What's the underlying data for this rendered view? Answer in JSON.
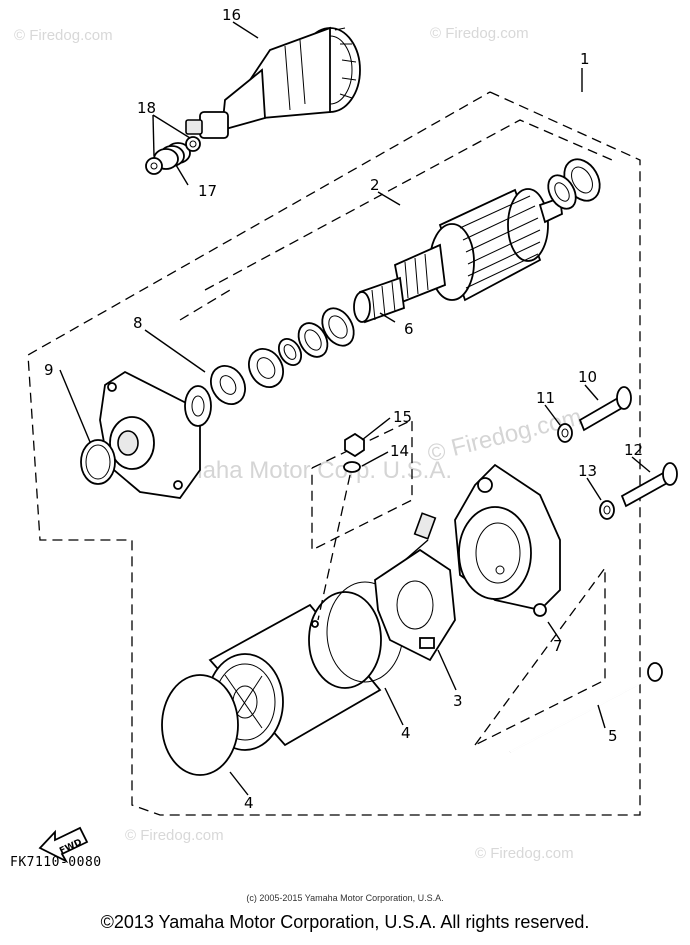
{
  "diagram": {
    "callouts": {
      "p1": "1",
      "p2": "2",
      "p3": "3",
      "p4a": "4",
      "p4b": "4",
      "p5": "5",
      "p6": "6",
      "p7": "7",
      "p8": "8",
      "p9": "9",
      "p10": "10",
      "p11": "11",
      "p12": "12",
      "p13": "13",
      "p14": "14",
      "p15": "15",
      "p16": "16",
      "p17": "17",
      "p18": "18"
    },
    "fwd_label": "FWD",
    "figure_code": "FK7110-0080",
    "watermarks": {
      "top_left": "© Firedog.com",
      "top_right": "© Firedog.com",
      "mid": "© Firedog.com",
      "center": "Yamaha Motor Corp. U.S.A.",
      "bottom_left": "© Firedog.com",
      "bottom_right": "© Firedog.com"
    },
    "small_copyright": "(c) 2005-2015 Yamaha Motor Corporation, U.S.A.",
    "footer": "©2013 Yamaha Motor Corporation, U.S.A. All rights reserved."
  }
}
